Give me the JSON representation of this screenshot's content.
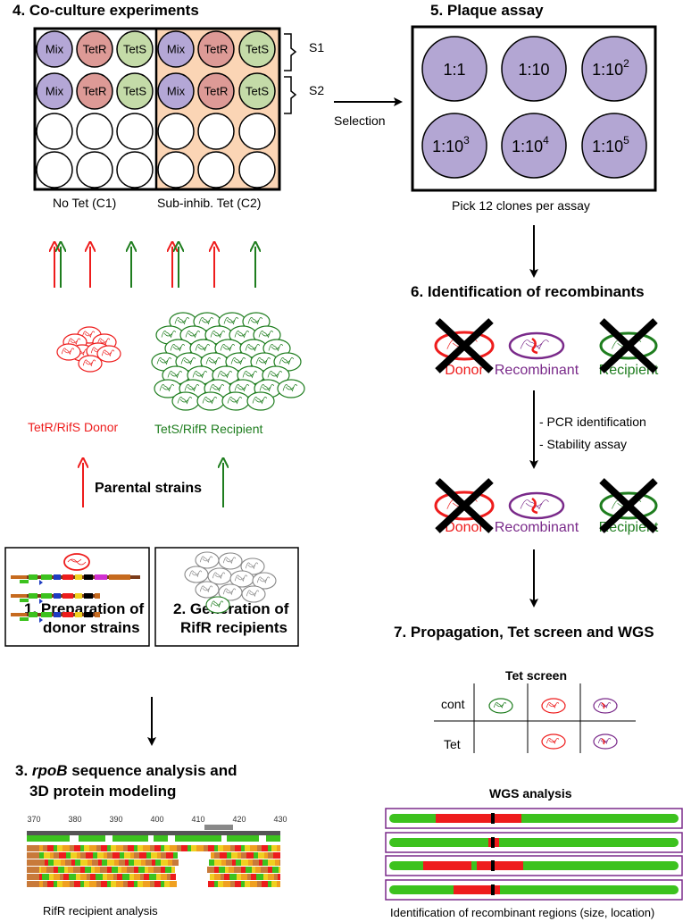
{
  "colors": {
    "mix": "#b4a7d6",
    "tetr": "#dd9a96",
    "tets": "#c4dba8",
    "c2_bg": "#fbd5b5",
    "plaque": "#b3a6d3",
    "red": "#ee1c1c",
    "green": "#1e7d1e",
    "purple": "#7a2a8a",
    "wgs_green": "#3cc21e",
    "wgs_red": "#ee1c1c"
  },
  "step4": {
    "title": "4. Co-culture experiments",
    "row1": [
      "Mix",
      "TetR",
      "TetS",
      "Mix",
      "TetR",
      "TetS"
    ],
    "row2": [
      "Mix",
      "TetR",
      "TetS",
      "Mix",
      "TetR",
      "TetS"
    ],
    "s1": "S1",
    "s2": "S2",
    "c1": "No Tet (C1)",
    "c2": "Sub-inhib. Tet (C2)"
  },
  "selection": "Selection",
  "step5": {
    "title": "5. Plaque assay",
    "wells": [
      {
        "base": "1:1",
        "exp": ""
      },
      {
        "base": "1:10",
        "exp": ""
      },
      {
        "base": "1:10",
        "exp": "2"
      },
      {
        "base": "1:10",
        "exp": "3"
      },
      {
        "base": "1:10",
        "exp": "4"
      },
      {
        "base": "1:10",
        "exp": "5"
      }
    ],
    "caption": "Pick 12 clones per assay"
  },
  "step6": {
    "title": "6. Identification of recombinants",
    "donor": "Donor",
    "recombinant": "Recombinant",
    "recipient": "Recipient",
    "pcr": "- PCR identification",
    "stability": "- Stability assay"
  },
  "step7": {
    "title": "7. Propagation, Tet screen and WGS",
    "tet_screen_title": "Tet screen",
    "row_cont": "cont",
    "row_tet": "Tet",
    "wgs_title": "WGS analysis",
    "caption": "Identification of recombinant regions (size, location)"
  },
  "parents": {
    "donor_label": "TetR/RifS Donor",
    "recipient_label": "TetS/RifR Recipient",
    "parental_strains": "Parental strains"
  },
  "step1": {
    "line1": "1. Preparation of",
    "line2": "donor strains"
  },
  "step2": {
    "line1": "2. Generation of",
    "line2": "RifR recipients"
  },
  "step3": {
    "title_num": "3. ",
    "title_italic": "rpoB",
    "title_rest": " sequence analysis and",
    "title_line2": "3D protein modeling",
    "ticks": [
      "370",
      "380",
      "390",
      "400",
      "410",
      "420",
      "430"
    ],
    "caption": "RifR recipient analysis"
  }
}
